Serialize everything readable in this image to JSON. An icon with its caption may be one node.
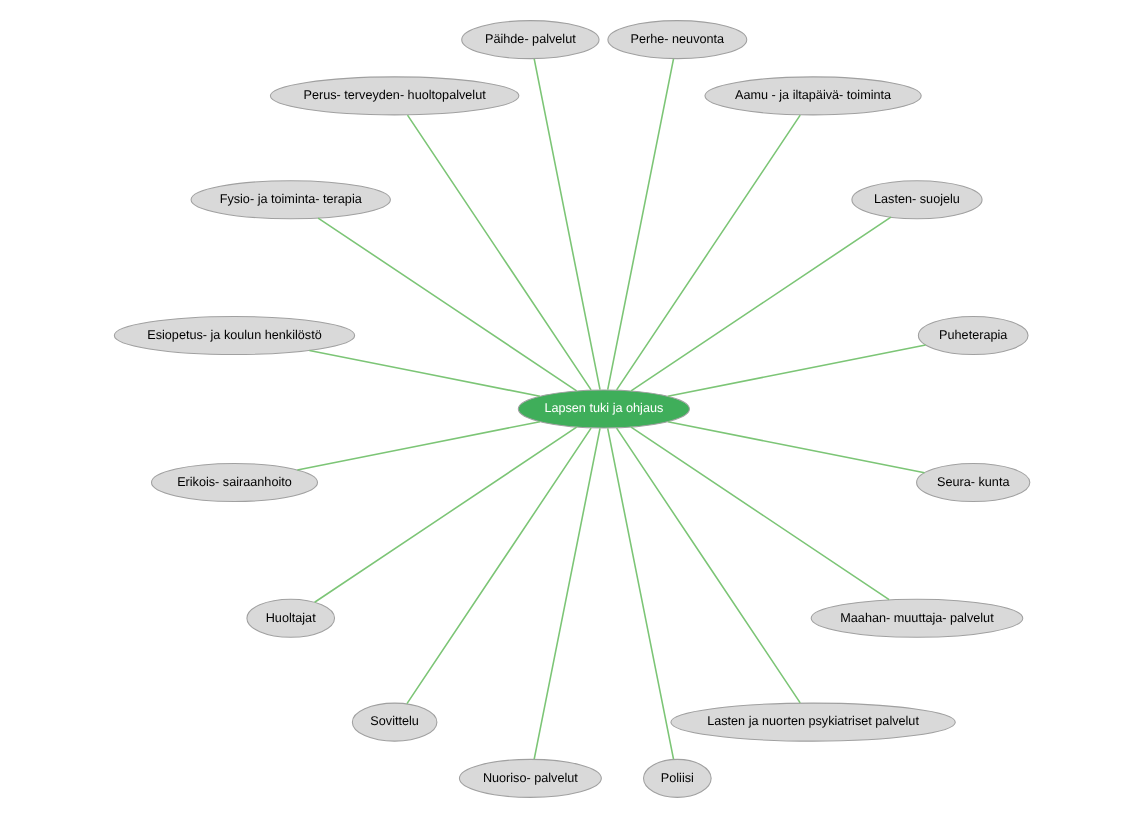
{
  "diagram": {
    "nodes": [
      {
        "text": [
          "Lapsen tuki ja ohjaus"
        ]
      },
      {
        "text": [
          "Puheterapia"
        ]
      },
      {
        "text": [
          "Lasten- suojelu"
        ]
      },
      {
        "text": [
          "Aamu - ja iltapäivä- toiminta"
        ]
      },
      {
        "text": [
          "Perhe- neuvonta"
        ]
      },
      {
        "text": [
          "Päihde- palvelut"
        ]
      },
      {
        "text": [
          "Perus- terveyden- huoltopalvelut"
        ]
      },
      {
        "text": [
          "Fysio- ja toiminta- terapia"
        ]
      },
      {
        "text": [
          "Esiopetus- ja koulun henkilöstö"
        ]
      },
      {
        "text": [
          "Erikois- sairaanhoito"
        ]
      },
      {
        "text": [
          "Huoltajat"
        ]
      },
      {
        "text": [
          "Sovittelu"
        ]
      },
      {
        "text": [
          "Nuoriso- palvelut"
        ]
      },
      {
        "text": [
          "Poliisi"
        ]
      },
      {
        "text": [
          "Lasten ja nuorten psykiatriset palvelut"
        ]
      },
      {
        "text": [
          "Maahan- muuttaja- palvelut"
        ]
      },
      {
        "text": [
          "Seura- kunta"
        ]
      }
    ],
    "edges": [
      {
        "from": 0,
        "to": 1,
        "arrow": "none"
      },
      {
        "from": 0,
        "to": 2,
        "arrow": "none"
      },
      {
        "from": 0,
        "to": 3,
        "arrow": "none"
      },
      {
        "from": 0,
        "to": 4,
        "arrow": "none"
      },
      {
        "from": 0,
        "to": 5,
        "arrow": "none"
      },
      {
        "from": 0,
        "to": 6,
        "arrow": "none"
      },
      {
        "from": 0,
        "to": 7,
        "arrow": "none"
      },
      {
        "from": 0,
        "to": 8,
        "arrow": "none"
      },
      {
        "from": 0,
        "to": 9,
        "arrow": "none"
      },
      {
        "from": 0,
        "to": 10,
        "arrow": "none"
      },
      {
        "from": 0,
        "to": 11,
        "arrow": "none"
      },
      {
        "from": 0,
        "to": 12,
        "arrow": "none"
      },
      {
        "from": 0,
        "to": 13,
        "arrow": "none"
      },
      {
        "from": 0,
        "to": 14,
        "arrow": "none"
      },
      {
        "from": 0,
        "to": 15,
        "arrow": "none"
      },
      {
        "from": 0,
        "to": 16,
        "arrow": "none"
      }
    ]
  }
}
